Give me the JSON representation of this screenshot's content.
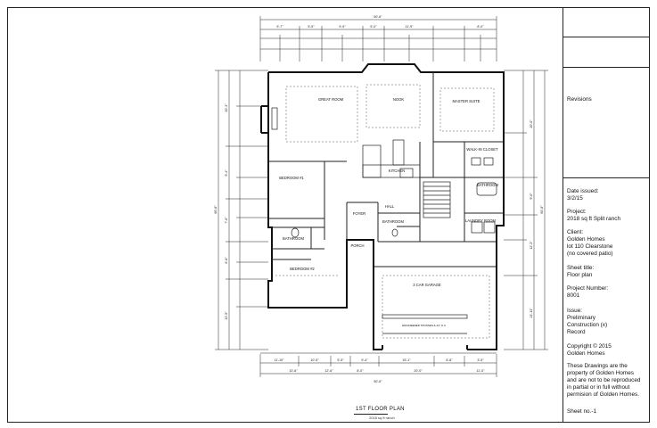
{
  "drawing": {
    "title": "1ST FLOOR PLAN",
    "subtitle": "2018 sq ft ranch",
    "dimensions": {
      "overall_width": "50'-6\"",
      "overall_width_bottom": "50'-6\"",
      "overall_depth_left": "60'-8\"",
      "overall_depth_right": "60'-8\"",
      "top_segments": [
        "9'-7\"",
        "5'-5\"",
        "9'-9\"",
        "5'-0\"",
        "11'-9\"",
        "8'-0\""
      ],
      "bottom_segments": [
        "11'-10\"",
        "10'-5\"",
        "5'-5\"",
        "9'-4\"",
        "15'-1\"",
        "6'-8\"",
        "3'-5\""
      ],
      "bottom_mid": [
        "10'-6\"",
        "12'-6\"",
        "8'-0\"",
        "20'-0\"",
        "11'-0\""
      ],
      "left_segments": [
        "20'-3\"",
        "9'-4\"",
        "7'-6\"",
        "6'-8\"",
        "13'-5\""
      ],
      "right_segments": [
        "20'-0\"",
        "9'-0\"",
        "12'-3\"",
        "24'-11\""
      ]
    },
    "rooms": {
      "great_room": "GREAT ROOM",
      "nook": "NOOK",
      "master_suite": "MASTER SUITE",
      "walk_in_closet": "WALK-IN CLOSET",
      "kitchen": "KITCHEN",
      "bedroom_1": "BEDROOM #1",
      "bathroom_master": "BATHROOM",
      "bathroom_hall": "BATHROOM",
      "bathroom_left": "BATHROOM",
      "hall": "HALL",
      "foyer": "FOYER",
      "laundry": "LAUNDRY ROOM",
      "porch": "PORCH",
      "bedroom_2": "BEDROOM #2",
      "garage": "3 CAR GARAGE",
      "garage_beam": "ENGINEERED TRUSSES & 24\" O.C."
    }
  },
  "titleblock": {
    "revisions": "Revisions",
    "date_issued_label": "Date issued:",
    "date_issued": "3/2/15",
    "project_label": "Project:",
    "project": "2018 sq ft Split ranch",
    "client_label": "Client:",
    "client_1": "Golden Homes",
    "client_2": "lot 110 Clearstone",
    "client_3": "(no covered patio)",
    "sheet_title_label": "Sheet title:",
    "sheet_title": "Floor plan",
    "project_number_label": "Project Number:",
    "project_number": "8001",
    "issue_label": "Issue:",
    "issue_1": "Preliminary",
    "issue_2": "Construction (x)",
    "issue_3": "Record",
    "copyright_1": "Copyright © 2015",
    "copyright_2": "Golden Homes",
    "notice_1": "These Drawings are the",
    "notice_2": "property of Golden Homes",
    "notice_3": "and are not to be reproduced",
    "notice_4": "in partial or in full without",
    "notice_5": "permision of Golden Homes.",
    "sheet_no": "Sheet no.-1"
  }
}
